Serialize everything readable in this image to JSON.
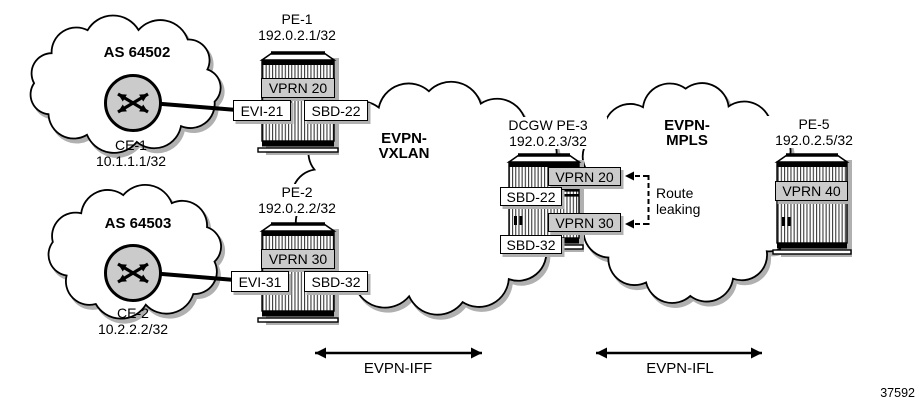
{
  "figure": {
    "id": "37592"
  },
  "colors": {
    "fill_gray": "#cbcbcb",
    "shadow_gray": "#b0b0b0",
    "line_black": "#000000",
    "background": "#ffffff"
  },
  "clouds": {
    "as1": {
      "label": "AS 64502"
    },
    "as2": {
      "label": "AS 64503"
    },
    "vxlan": {
      "line1": "EVPN-",
      "line2": "VXLAN"
    },
    "mpls": {
      "line1": "EVPN-",
      "line2": "MPLS"
    }
  },
  "nodes": {
    "ce1": {
      "name": "CE-1",
      "ip": "10.1.1.1/32"
    },
    "ce2": {
      "name": "CE-2",
      "ip": "10.2.2.2/32"
    },
    "pe1": {
      "name": "PE-1",
      "ip": "192.0.2.1/32",
      "vprn": "VPRN 20",
      "evi": "EVI-21",
      "sbd": "SBD-22"
    },
    "pe2": {
      "name": "PE-2",
      "ip": "192.0.2.2/32",
      "vprn": "VPRN 30",
      "evi": "EVI-31",
      "sbd": "SBD-32"
    },
    "pe3": {
      "name": "DCGW PE-3",
      "ip": "192.0.2.3/32",
      "vprn_a": "VPRN 20",
      "sbd_a": "SBD-22",
      "vprn_b": "VPRN 30",
      "sbd_b": "SBD-32"
    },
    "pe5": {
      "name": "PE-5",
      "ip": "192.0.2.5/32",
      "vprn": "VPRN 40"
    }
  },
  "annotations": {
    "route_leaking": {
      "line1": "Route",
      "line2": "leaking"
    },
    "iff": "EVPN-IFF",
    "ifl": "EVPN-IFL"
  }
}
